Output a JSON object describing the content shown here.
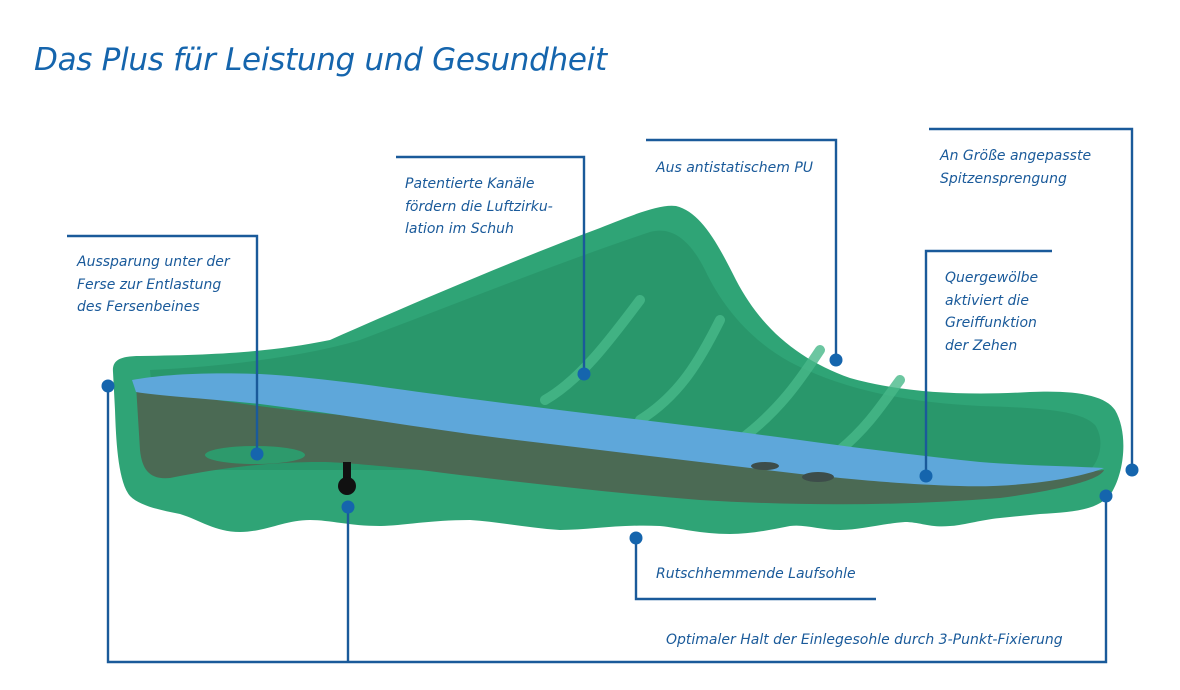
{
  "title": "Das Plus für Leistung und Gesundheit",
  "colors": {
    "accent": "#1565ad",
    "line": "#1a5a9a",
    "shoe_green": "#2fa476",
    "shoe_dark_green": "#1f8a5e",
    "insole_blue": "#5ea7da",
    "insole_base": "#4b6a54"
  },
  "callouts": [
    {
      "id": "aussparung",
      "lines": [
        "Aussparung unter der",
        "Ferse zur Entlastung",
        "des Fersenbeines"
      ]
    },
    {
      "id": "kanaele",
      "lines": [
        "Patentierte Kanäle",
        "fördern die Luftzirku-",
        "lation im Schuh"
      ]
    },
    {
      "id": "pu",
      "lines": [
        "Aus antistatischem PU"
      ]
    },
    {
      "id": "spitze",
      "lines": [
        "An Größe angepasste",
        "Spitzensprengung"
      ]
    },
    {
      "id": "quergewoelbe",
      "lines": [
        "Quergewölbe",
        "aktiviert die",
        "Greiffunktion",
        "der Zehen"
      ]
    },
    {
      "id": "laufsohle",
      "lines": [
        "Rutschhemmende Laufsohle"
      ]
    },
    {
      "id": "halt",
      "lines": [
        "Optimaler Halt der Einlegesohle durch 3-Punkt-Fixierung"
      ]
    }
  ]
}
